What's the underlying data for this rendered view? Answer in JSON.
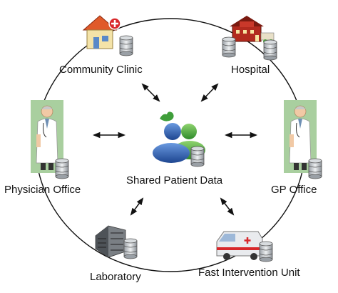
{
  "diagram": {
    "center_label": "Shared Patient Data",
    "nodes": [
      {
        "id": "community-clinic",
        "label": "Community Clinic",
        "icon": "clinic-building-icon"
      },
      {
        "id": "hospital",
        "label": "Hospital",
        "icon": "hospital-building-icon"
      },
      {
        "id": "physician-office",
        "label": "Physician Office",
        "icon": "doctor-icon"
      },
      {
        "id": "gp-office",
        "label": "GP Office",
        "icon": "doctor-icon"
      },
      {
        "id": "laboratory",
        "label": "Laboratory",
        "icon": "laboratory-building-icon"
      },
      {
        "id": "fast-intervention-unit",
        "label": "Fast Intervention Unit",
        "icon": "ambulance-icon"
      }
    ],
    "connections": "bidirectional",
    "colors": {
      "ring": "#111111",
      "arrow": "#111111",
      "person_blue": "#2a5aa8",
      "person_green": "#4aa43a",
      "doctor_panel": "#a9cf9f",
      "clinic_roof": "#e05a2a",
      "hospital_red": "#b22a1e"
    }
  }
}
